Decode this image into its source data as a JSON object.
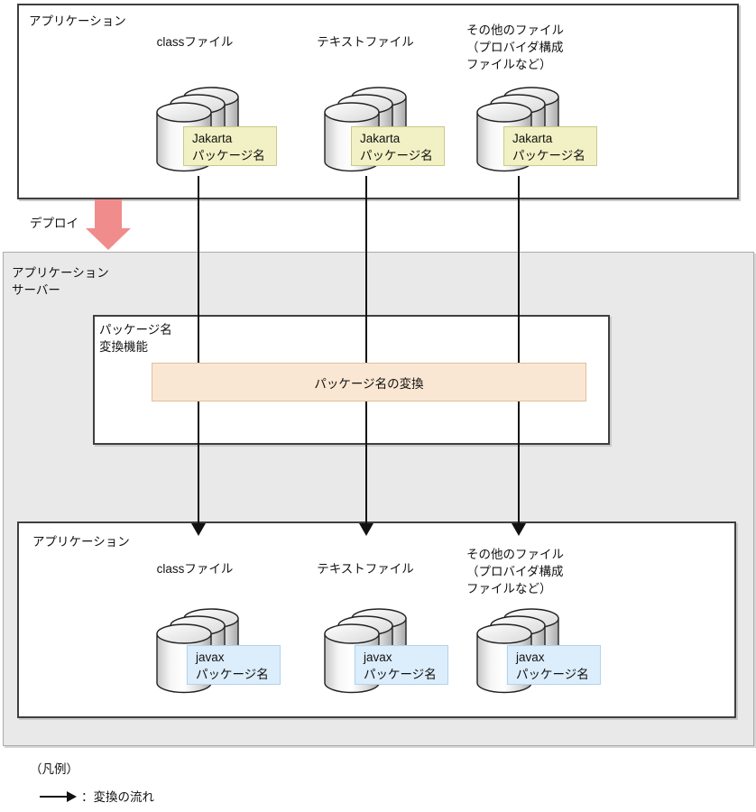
{
  "colors": {
    "box_border": "#3f3f3f",
    "server_fill": "#e9e9e9",
    "server_border": "#ababab",
    "jakarta_badge_fill": "#f1f1c5",
    "jakarta_badge_border": "#c9c98c",
    "javax_badge_fill": "#dcedfb",
    "javax_badge_border": "#b0d3ef",
    "process_fill": "#fae7d3",
    "process_border": "#e2bf9b",
    "deploy_arrow": "#f18c8c",
    "flow_arrow": "#111111"
  },
  "top_application": {
    "title": "アプリケーション",
    "columns": [
      {
        "header": "classファイル",
        "badge": {
          "line1": "Jakarta",
          "line2": "パッケージ名"
        }
      },
      {
        "header": "テキストファイル",
        "badge": {
          "line1": "Jakarta",
          "line2": "パッケージ名"
        }
      },
      {
        "header_lines": [
          "その他のファイル",
          "（プロバイダ構成",
          "ファイルなど）"
        ],
        "badge": {
          "line1": "Jakarta",
          "line2": "パッケージ名"
        }
      }
    ]
  },
  "deploy": {
    "label": "デプロイ"
  },
  "application_server": {
    "title_line1": "アプリケーション",
    "title_line2": "サーバー",
    "package_converter": {
      "title_line1": "パッケージ名",
      "title_line2": "変換機能",
      "process_label": "パッケージ名の変換"
    },
    "application": {
      "title": "アプリケーション",
      "columns": [
        {
          "header": "classファイル",
          "badge": {
            "line1": "javax",
            "line2": "パッケージ名"
          }
        },
        {
          "header": "テキストファイル",
          "badge": {
            "line1": "javax",
            "line2": "パッケージ名"
          }
        },
        {
          "header_lines": [
            "その他のファイル",
            "（プロバイダ構成",
            "ファイルなど）"
          ],
          "badge": {
            "line1": "javax",
            "line2": "パッケージ名"
          }
        }
      ]
    }
  },
  "legend": {
    "heading": "（凡例）",
    "arrow_label": "：変換の流れ"
  }
}
